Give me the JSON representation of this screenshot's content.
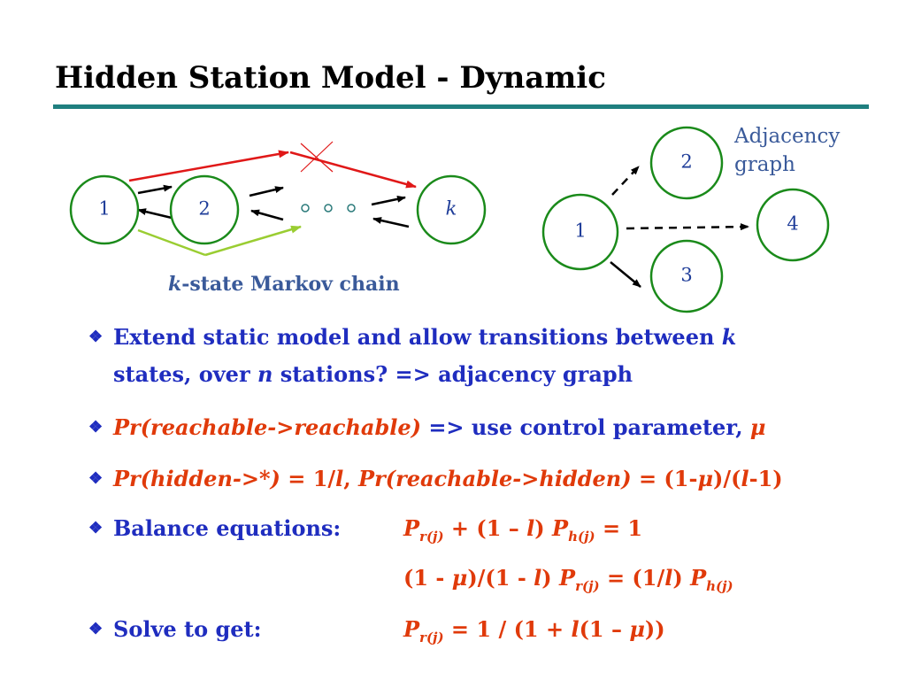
{
  "slide": {
    "title": "Hidden Station Model - Dynamic"
  },
  "markov": {
    "nodes": [
      "1",
      "2",
      "k"
    ],
    "caption_var": "k",
    "caption_rest": "-state Markov chain"
  },
  "adjacency": {
    "label_line1": "Adjacency",
    "label_line2": "graph",
    "nodes": [
      "1",
      "2",
      "3",
      "4"
    ]
  },
  "bullets": {
    "b1": {
      "line1_a": "Extend static model and allow transitions between ",
      "line1_k": "k",
      "line2_a": "states, over ",
      "line2_n": "n",
      "line2_b": " stations? => adjacency graph"
    },
    "b2": {
      "red": "Pr(reachable->reachable)",
      "blue": " => use control parameter, ",
      "mu": "μ"
    },
    "b3": {
      "p1": "Pr(hidden->*)",
      "p2": " = 1/",
      "p3": "l",
      "p4": ", ",
      "p5": "Pr(reachable->hidden)",
      "p6": " = (1-",
      "p7": "μ",
      "p8": ")/(",
      "p9": "l",
      "p10": "-1)"
    },
    "b4": {
      "label": "Balance equations:",
      "eq1": {
        "P": "P",
        "sub1": "r(j)",
        "mid": " + (1 – ",
        "l": "l",
        "close": ") ",
        "P2": "P",
        "sub2": "h(j)",
        "end": " = 1"
      },
      "eq2": {
        "a": "(1 - ",
        "mu": "μ",
        "b": ")/(1 - ",
        "l": "l",
        "c": ") ",
        "P": "P",
        "sub1": "r(j)",
        "d": " = (1/",
        "l2": "l",
        "e": ") ",
        "P2": "P",
        "sub2": "h(j)"
      }
    },
    "b5": {
      "label": "Solve to get:",
      "P": "P",
      "sub": "r(j)",
      "a": " = 1 / (1 + ",
      "l": "l",
      "b": "(1 – ",
      "mu": "μ",
      "c": "))"
    }
  },
  "colors": {
    "title_rule": "#1f7f7f",
    "node_stroke": "#1a8a1a",
    "red_arrow": "#e01818",
    "green_arrow": "#9acd32",
    "bullet_blue": "#1f2dbf",
    "formula_red": "#e03a0a"
  }
}
